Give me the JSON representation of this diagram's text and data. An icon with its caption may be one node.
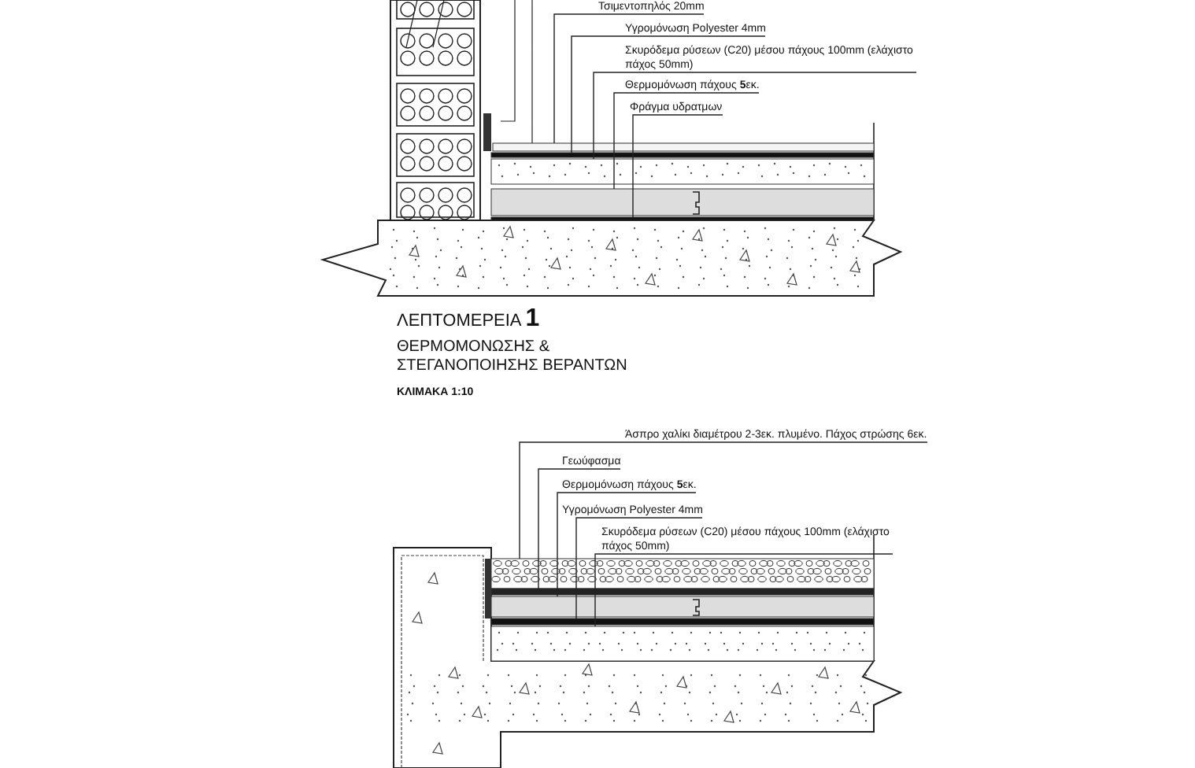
{
  "diagram": {
    "nodes": [
      {
        "text": [
          "Τσιμεντοπηλός 20mm"
        ]
      },
      {
        "text": [
          "Υγρομόνωση Polyester 4mm"
        ]
      },
      {
        "text": [
          "Σκυρόδεμα ρύσεων (C20) μέσου πάχους 100mm (ελάχιστο πάχος 50mm)"
        ]
      },
      {
        "text": [
          "Θερμομόνωση πάχους **5**εκ."
        ]
      },
      {
        "text": [
          "Φράγμα υδρατμων"
        ]
      },
      {
        "text": [
          "Άσπρο χαλίκι διαμέτρου 2-3εκ. πλυμένο. Πάχος στρώσης 6εκ."
        ]
      },
      {
        "text": [
          "Γεωύφασμα"
        ]
      },
      {
        "text": [
          "Θερμομόνωση πάχους **5**εκ."
        ]
      },
      {
        "text": [
          "Υγρομόνωση Polyester 4mm"
        ]
      },
      {
        "text": [
          "Σκυρόδεμα ρύσεων (C20) μέσου πάχους 100mm (ελάχιστο πάχος 50mm)"
        ]
      },
      {
        "text": [],
        "shape": "bar"
      },
      {
        "text": [],
        "shape": "bar"
      },
      {
        "text": [],
        "shape": "bar"
      },
      {
        "text": [],
        "shape": "bar"
      },
      {
        "text": [],
        "shape": "bar"
      },
      {
        "text": [],
        "shape": "bar"
      },
      {
        "text": [],
        "shape": "bar"
      },
      {
        "text": [],
        "shape": "bar"
      },
      {
        "text": [],
        "shape": "bar"
      },
      {
        "text": [],
        "shape": "bar"
      }
    ],
    "edges": [
      {
        "from": 0,
        "to": 10,
        "arrow": "none"
      },
      {
        "from": 1,
        "to": 11,
        "arrow": "none"
      },
      {
        "from": 2,
        "to": 12,
        "arrow": "none"
      },
      {
        "from": 3,
        "to": 13,
        "arrow": "none"
      },
      {
        "from": 4,
        "to": 14,
        "arrow": "none"
      },
      {
        "from": 5,
        "to": 15,
        "arrow": "none"
      },
      {
        "from": 6,
        "to": 16,
        "arrow": "none"
      },
      {
        "from": 7,
        "to": 17,
        "arrow": "none"
      },
      {
        "from": 8,
        "to": 18,
        "arrow": "none"
      },
      {
        "from": 9,
        "to": 19,
        "arrow": "none"
      }
    ],
    "labels": [
      "ΛΕΠΤΟΜΕΡΕΙΑ **1**",
      "ΘΕΡΜΟΜΟΝΩΣΗΣ & ΣΤΕΓΑΝΟΠΟΙΗΣΗΣ ΒΕΡΑΝΤΩΝ",
      "ΚΛΙΜΑΚΑ 1:10"
    ]
  }
}
